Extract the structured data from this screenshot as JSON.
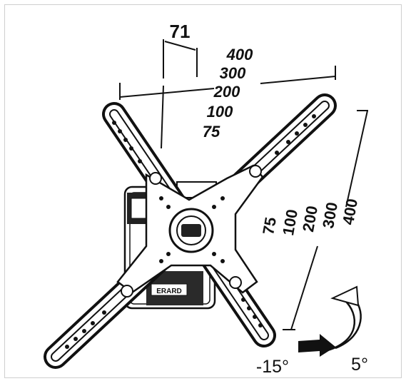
{
  "diagram": {
    "top_offset_label": "71",
    "horizontal_hole_spacings": [
      "400",
      "300",
      "200",
      "100",
      "75"
    ],
    "vertical_hole_spacings": [
      "75",
      "100",
      "200",
      "300",
      "400"
    ],
    "brand_label": "ERARD",
    "tilt_down_label": "-15°",
    "tilt_up_label": "5°"
  },
  "colors": {
    "line": "#111111",
    "border": "#cfcfcf",
    "background": "#ffffff"
  }
}
